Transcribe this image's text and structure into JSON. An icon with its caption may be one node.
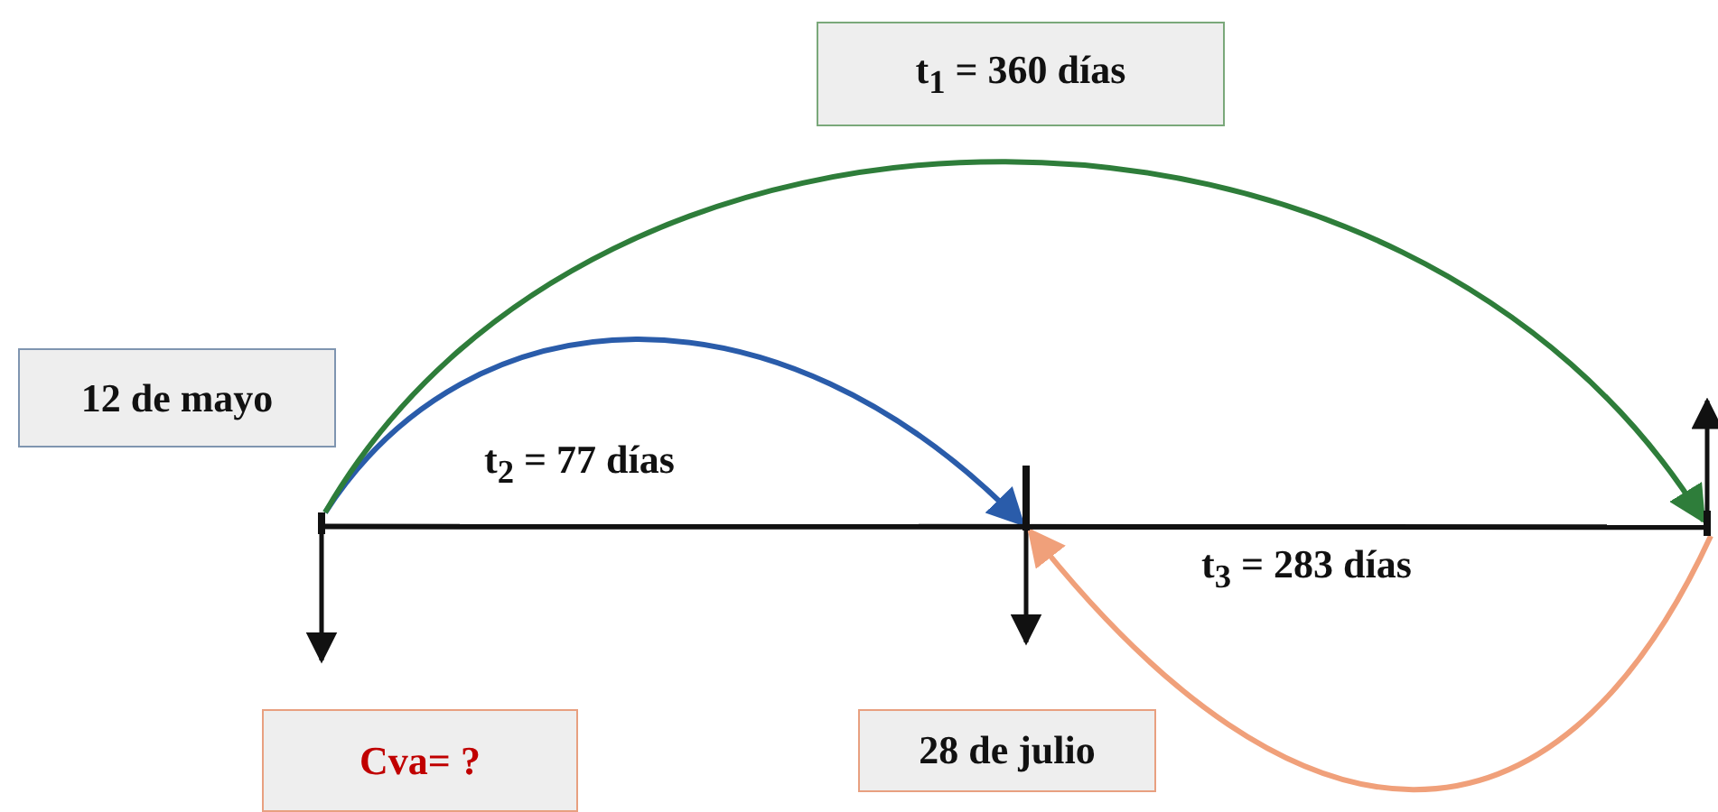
{
  "diagram": {
    "nodes": [
      {
        "text": [
          "t$_{1}$ = 360 días"
        ]
      },
      {
        "text": [
          "12 de mayo"
        ]
      },
      {
        "text": [
          "Cva= ?"
        ]
      },
      {
        "text": [
          "28 de julio"
        ]
      },
      {
        "text": [],
        "shape": "bar"
      },
      {
        "text": [],
        "shape": "bar"
      },
      {
        "text": [],
        "shape": "bar"
      }
    ],
    "edges": [
      {
        "from": 4,
        "to": 5,
        "arrow": "to",
        "color": "#2a5caa"
      },
      {
        "from": 4,
        "to": 6,
        "arrow": "to",
        "color": "#2e7d3a"
      },
      {
        "from": 6,
        "to": 5,
        "arrow": "to",
        "color": "#f0a07a"
      },
      {
        "from": 4,
        "to": 6,
        "arrow": "none",
        "color": "#111111"
      }
    ],
    "labels": [
      "t$_{2}$ =  77 días",
      "t$_{3}$ =  283 días"
    ]
  }
}
